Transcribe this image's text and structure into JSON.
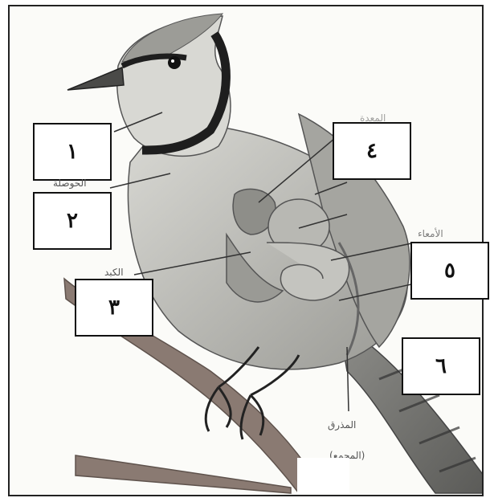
{
  "diagram": {
    "boxes": [
      {
        "id": "1",
        "text": "١"
      },
      {
        "id": "2",
        "text": "٢"
      },
      {
        "id": "3",
        "text": "٣"
      },
      {
        "id": "4",
        "text": "٤"
      },
      {
        "id": "5",
        "text": "٥"
      },
      {
        "id": "6",
        "text": "٦"
      }
    ],
    "labels": {
      "crop": "الحوصلة",
      "liver": "الكبد",
      "intestines": "الأمعاء",
      "stomach": "المعدة",
      "cloaca": "المذرق",
      "cloaca_sub": "(المجمع)"
    }
  }
}
